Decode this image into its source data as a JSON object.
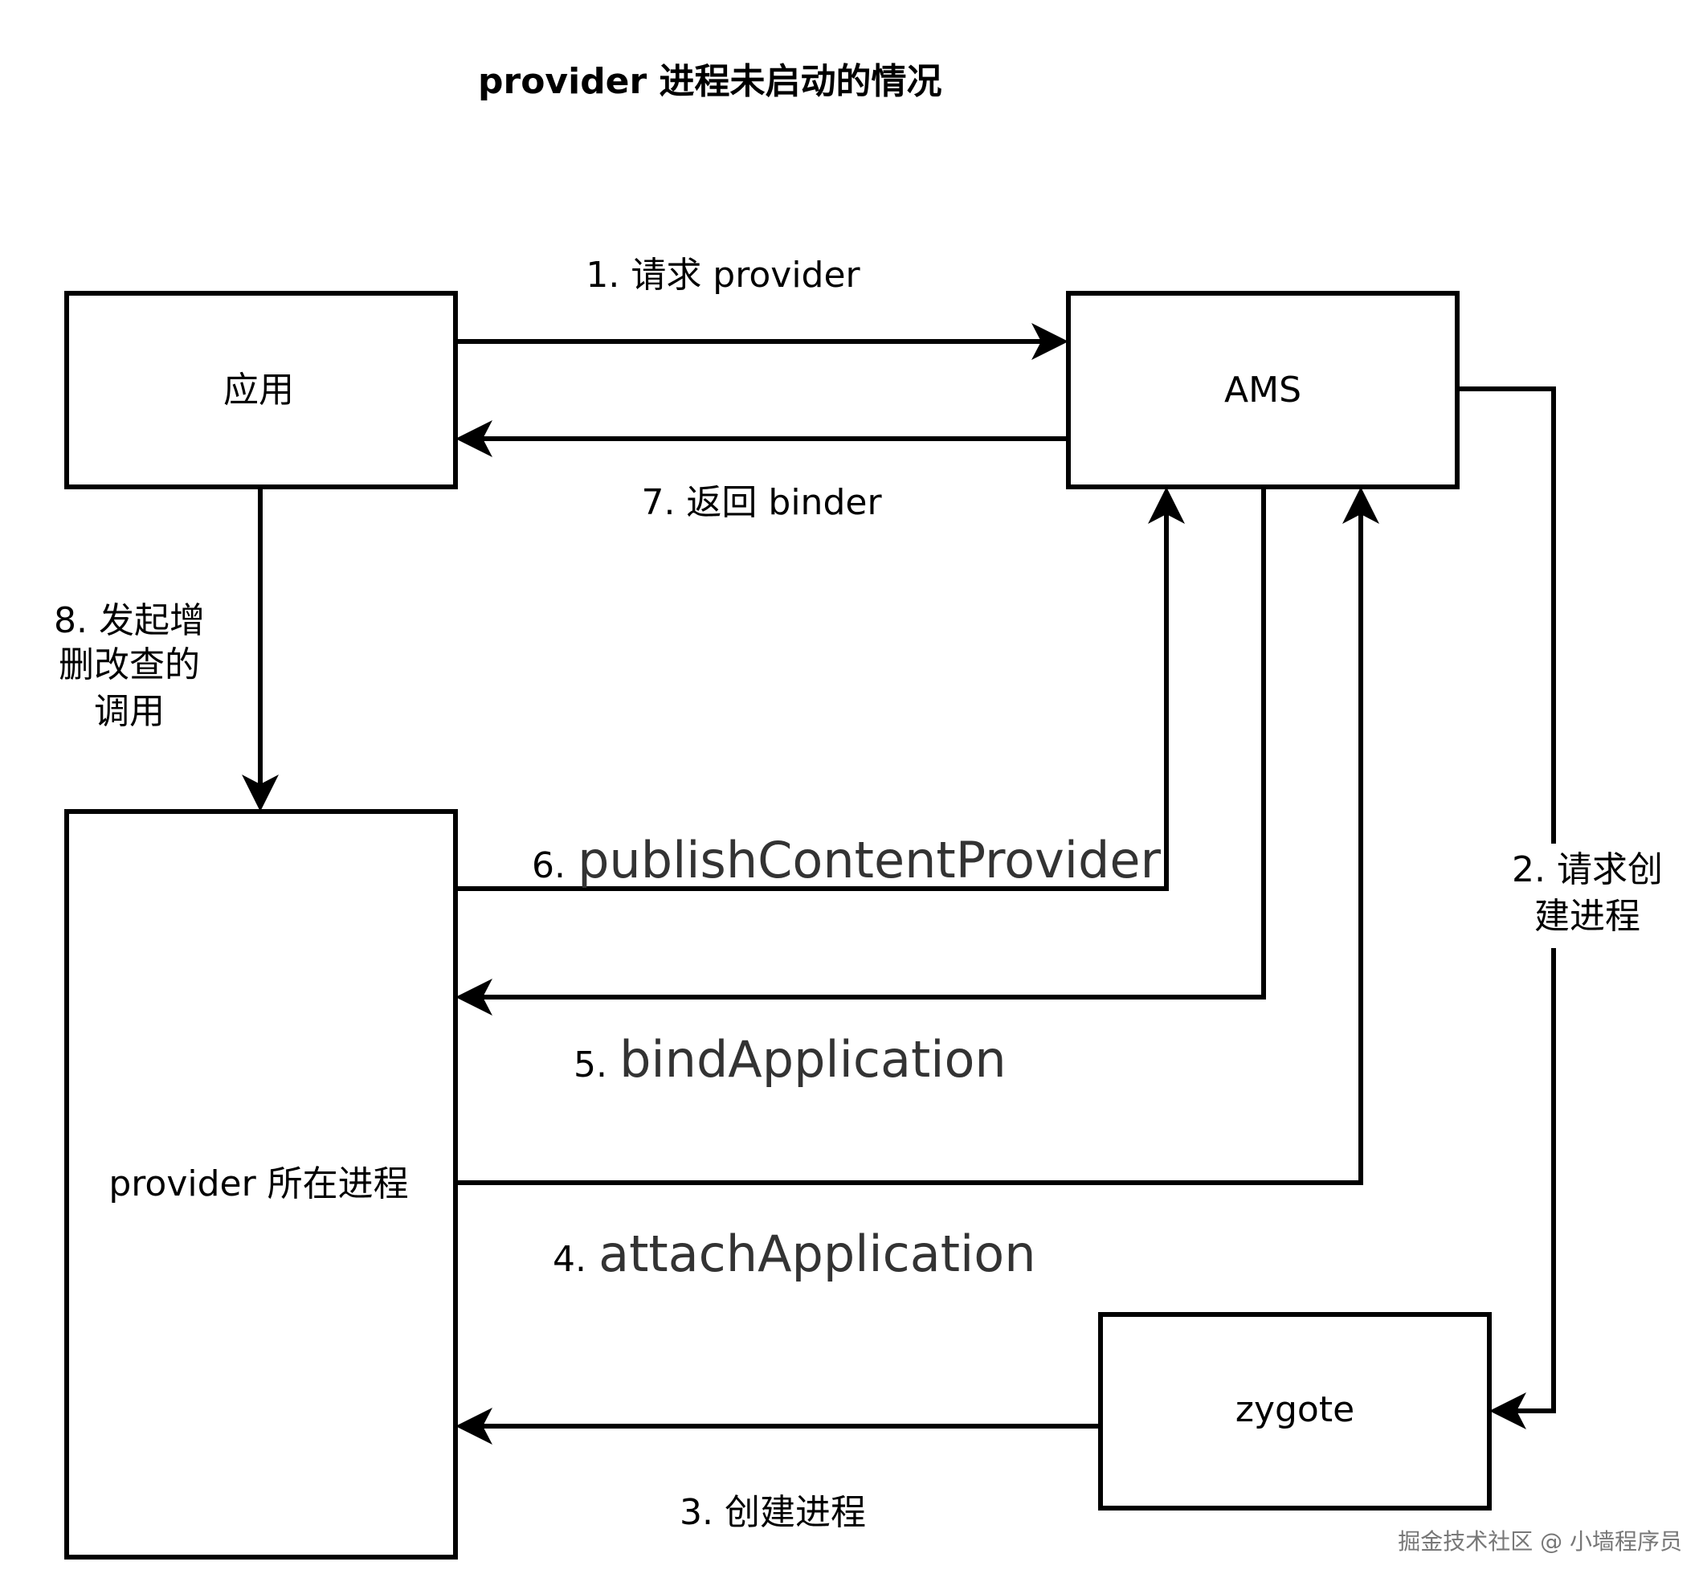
{
  "title": "provider 进程未启动的情况",
  "nodes": {
    "app": "应用",
    "ams": "AMS",
    "provider_process": "provider 所在进程",
    "zygote": "zygote"
  },
  "edges": {
    "e1": "1. 请求 provider",
    "e2_line1": "2. 请求创",
    "e2_line2": "建进程",
    "e3": "3. 创建进程",
    "e4_num": "4.",
    "e4_method": "attachApplication",
    "e5_num": "5.",
    "e5_method": "bindApplication",
    "e6_num": "6.",
    "e6_method": "publishContentProvider",
    "e7": "7. 返回 binder",
    "e8_line1": "8. 发起增",
    "e8_line2": "删改查的",
    "e8_line3": "调用"
  },
  "watermark": "掘金技术社区 @ 小墙程序员"
}
